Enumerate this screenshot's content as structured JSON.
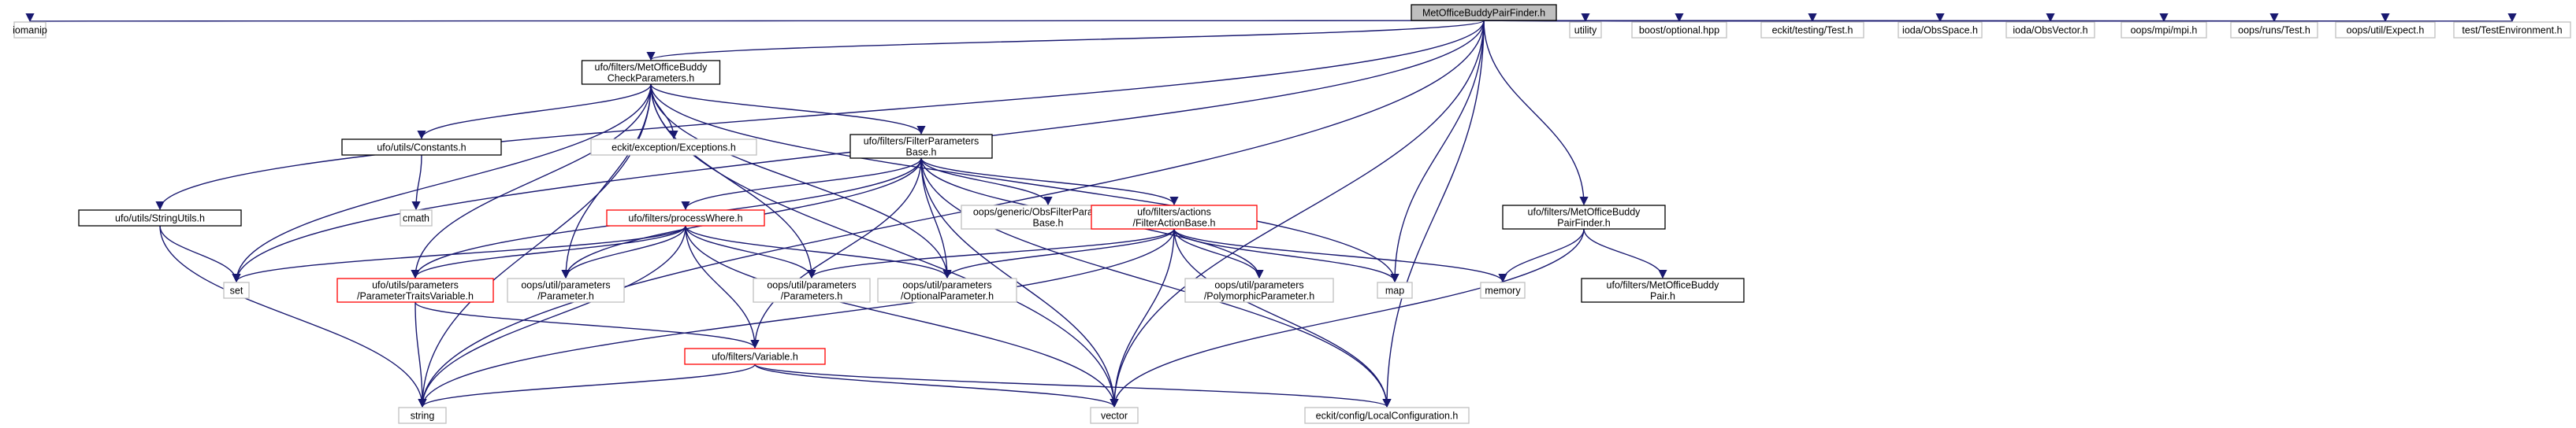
{
  "colors": {
    "edge": "#191970",
    "root_fill": "#bfbfbf",
    "border_plain": "#000000",
    "border_truncated": "#ff0000",
    "border_external": "#bfbfbf",
    "text": "#000000"
  },
  "nodes": [
    {
      "id": "root",
      "kind": "root",
      "lines": [
        "MetOfficeBuddyPairFinder.h"
      ]
    },
    {
      "id": "iomanip",
      "kind": "external",
      "lines": [
        "iomanip"
      ]
    },
    {
      "id": "checkparams",
      "kind": "plain",
      "lines": [
        "ufo/filters/MetOfficeBuddy",
        "CheckParameters.h"
      ]
    },
    {
      "id": "utility",
      "kind": "external",
      "lines": [
        "utility"
      ]
    },
    {
      "id": "boostopt",
      "kind": "external",
      "lines": [
        "boost/optional.hpp"
      ]
    },
    {
      "id": "eckittest",
      "kind": "external",
      "lines": [
        "eckit/testing/Test.h"
      ]
    },
    {
      "id": "obsspace",
      "kind": "external",
      "lines": [
        "ioda/ObsSpace.h"
      ]
    },
    {
      "id": "obsvector",
      "kind": "external",
      "lines": [
        "ioda/ObsVector.h"
      ]
    },
    {
      "id": "mpi",
      "kind": "external",
      "lines": [
        "oops/mpi/mpi.h"
      ]
    },
    {
      "id": "oopstest",
      "kind": "external",
      "lines": [
        "oops/runs/Test.h"
      ]
    },
    {
      "id": "expect",
      "kind": "external",
      "lines": [
        "oops/util/Expect.h"
      ]
    },
    {
      "id": "testenv",
      "kind": "external",
      "lines": [
        "test/TestEnvironment.h"
      ]
    },
    {
      "id": "constants",
      "kind": "plain",
      "lines": [
        "ufo/utils/Constants.h"
      ]
    },
    {
      "id": "exceptions",
      "kind": "external",
      "lines": [
        "eckit/exception/Exceptions.h"
      ]
    },
    {
      "id": "filterparams",
      "kind": "plain",
      "lines": [
        "ufo/filters/FilterParameters",
        "Base.h"
      ]
    },
    {
      "id": "cmath",
      "kind": "external",
      "lines": [
        "cmath"
      ]
    },
    {
      "id": "obsfilterparams",
      "kind": "external",
      "lines": [
        "oops/generic/ObsFilterParameters",
        "Base.h"
      ]
    },
    {
      "id": "filteraction",
      "kind": "truncated",
      "lines": [
        "ufo/filters/actions",
        "/FilterActionBase.h"
      ]
    },
    {
      "id": "pairfinder",
      "kind": "plain",
      "lines": [
        "ufo/filters/MetOfficeBuddy",
        "PairFinder.h"
      ]
    },
    {
      "id": "stringutils",
      "kind": "plain",
      "lines": [
        "ufo/utils/StringUtils.h"
      ]
    },
    {
      "id": "processwhere",
      "kind": "truncated",
      "lines": [
        "ufo/filters/processWhere.h"
      ]
    },
    {
      "id": "set",
      "kind": "external",
      "lines": [
        "set"
      ]
    },
    {
      "id": "traitsvar",
      "kind": "truncated",
      "lines": [
        "ufo/utils/parameters",
        "/ParameterTraitsVariable.h"
      ]
    },
    {
      "id": "parameter",
      "kind": "external",
      "lines": [
        "oops/util/parameters",
        "/Parameter.h"
      ]
    },
    {
      "id": "parameters",
      "kind": "external",
      "lines": [
        "oops/util/parameters",
        "/Parameters.h"
      ]
    },
    {
      "id": "optparam",
      "kind": "external",
      "lines": [
        "oops/util/parameters",
        "/OptionalParameter.h"
      ]
    },
    {
      "id": "polyparam",
      "kind": "external",
      "lines": [
        "oops/util/parameters",
        "/PolymorphicParameter.h"
      ]
    },
    {
      "id": "map",
      "kind": "external",
      "lines": [
        "map"
      ]
    },
    {
      "id": "memory",
      "kind": "external",
      "lines": [
        "memory"
      ]
    },
    {
      "id": "buddypair",
      "kind": "plain",
      "lines": [
        "ufo/filters/MetOfficeBuddy",
        "Pair.h"
      ]
    },
    {
      "id": "variable",
      "kind": "truncated",
      "lines": [
        "ufo/filters/Variable.h"
      ]
    },
    {
      "id": "string",
      "kind": "external",
      "lines": [
        "string"
      ]
    },
    {
      "id": "vector",
      "kind": "external",
      "lines": [
        "vector"
      ]
    },
    {
      "id": "localconfig",
      "kind": "external",
      "lines": [
        "eckit/config/LocalConfiguration.h"
      ]
    }
  ],
  "edges": [
    [
      "root",
      "iomanip"
    ],
    [
      "root",
      "checkparams"
    ],
    [
      "root",
      "utility"
    ],
    [
      "root",
      "boostopt"
    ],
    [
      "root",
      "eckittest"
    ],
    [
      "root",
      "obsspace"
    ],
    [
      "root",
      "obsvector"
    ],
    [
      "root",
      "mpi"
    ],
    [
      "root",
      "oopstest"
    ],
    [
      "root",
      "expect"
    ],
    [
      "root",
      "testenv"
    ],
    [
      "root",
      "stringutils"
    ],
    [
      "root",
      "pairfinder"
    ],
    [
      "root",
      "map"
    ],
    [
      "root",
      "vector"
    ],
    [
      "root",
      "localconfig"
    ],
    [
      "root",
      "string"
    ],
    [
      "root",
      "set"
    ],
    [
      "checkparams",
      "constants"
    ],
    [
      "checkparams",
      "exceptions"
    ],
    [
      "checkparams",
      "filterparams"
    ],
    [
      "checkparams",
      "traitsvar"
    ],
    [
      "checkparams",
      "parameter"
    ],
    [
      "checkparams",
      "parameters"
    ],
    [
      "checkparams",
      "optparam"
    ],
    [
      "checkparams",
      "string"
    ],
    [
      "checkparams",
      "vector"
    ],
    [
      "checkparams",
      "map"
    ],
    [
      "checkparams",
      "set"
    ],
    [
      "constants",
      "cmath"
    ],
    [
      "filterparams",
      "obsfilterparams"
    ],
    [
      "filterparams",
      "filteraction"
    ],
    [
      "filterparams",
      "processwhere"
    ],
    [
      "filterparams",
      "traitsvar"
    ],
    [
      "filterparams",
      "parameter"
    ],
    [
      "filterparams",
      "optparam"
    ],
    [
      "filterparams",
      "polyparam"
    ],
    [
      "filterparams",
      "variable"
    ],
    [
      "filterparams",
      "vector"
    ],
    [
      "filterparams",
      "localconfig"
    ],
    [
      "filteraction",
      "parameters"
    ],
    [
      "filteraction",
      "optparam"
    ],
    [
      "filteraction",
      "polyparam"
    ],
    [
      "filteraction",
      "map"
    ],
    [
      "filteraction",
      "memory"
    ],
    [
      "filteraction",
      "vector"
    ],
    [
      "filteraction",
      "string"
    ],
    [
      "filteraction",
      "localconfig"
    ],
    [
      "processwhere",
      "set"
    ],
    [
      "processwhere",
      "traitsvar"
    ],
    [
      "processwhere",
      "parameter"
    ],
    [
      "processwhere",
      "parameters"
    ],
    [
      "processwhere",
      "optparam"
    ],
    [
      "processwhere",
      "variable"
    ],
    [
      "processwhere",
      "string"
    ],
    [
      "processwhere",
      "vector"
    ],
    [
      "stringutils",
      "set"
    ],
    [
      "stringutils",
      "string"
    ],
    [
      "traitsvar",
      "variable"
    ],
    [
      "traitsvar",
      "string"
    ],
    [
      "variable",
      "string"
    ],
    [
      "variable",
      "vector"
    ],
    [
      "variable",
      "localconfig"
    ],
    [
      "pairfinder",
      "buddypair"
    ],
    [
      "pairfinder",
      "memory"
    ],
    [
      "pairfinder",
      "vector"
    ]
  ]
}
